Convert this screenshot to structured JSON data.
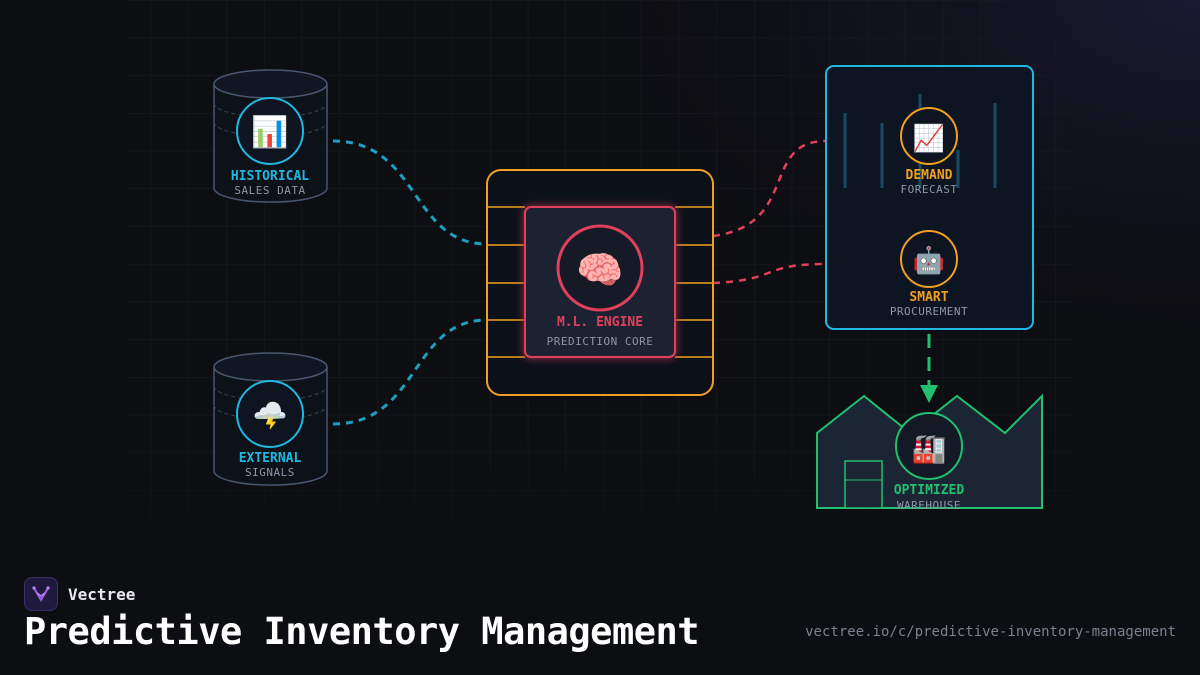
{
  "colors": {
    "background": "#0d0e12",
    "cyan": "#20b8e0",
    "red": "#e0405a",
    "orange": "#f0a020",
    "green": "#20c070",
    "muted_text": "#8d97a6"
  },
  "nodes": {
    "historical": {
      "icon": "bar-chart-icon",
      "glyph": "📊",
      "title": "HISTORICAL",
      "subtitle": "SALES DATA"
    },
    "external": {
      "icon": "storm-cloud-icon",
      "glyph": "🌩️",
      "title": "EXTERNAL",
      "subtitle": "SIGNALS"
    },
    "engine": {
      "icon": "brain-icon",
      "glyph": "🧠",
      "title": "M.L. ENGINE",
      "subtitle": "PREDICTION CORE"
    },
    "demand": {
      "icon": "trend-up-icon",
      "glyph": "📈",
      "title": "DEMAND",
      "subtitle": "FORECAST"
    },
    "procurement": {
      "icon": "robot-icon",
      "glyph": "🤖",
      "title": "SMART",
      "subtitle": "PROCUREMENT"
    },
    "warehouse": {
      "icon": "factory-icon",
      "glyph": "🏭",
      "title": "OPTIMIZED",
      "subtitle": "WAREHOUSE"
    }
  },
  "footer": {
    "brand": "Vectree",
    "title": "Predictive Inventory Management",
    "url": "vectree.io/c/predictive-inventory-management"
  }
}
